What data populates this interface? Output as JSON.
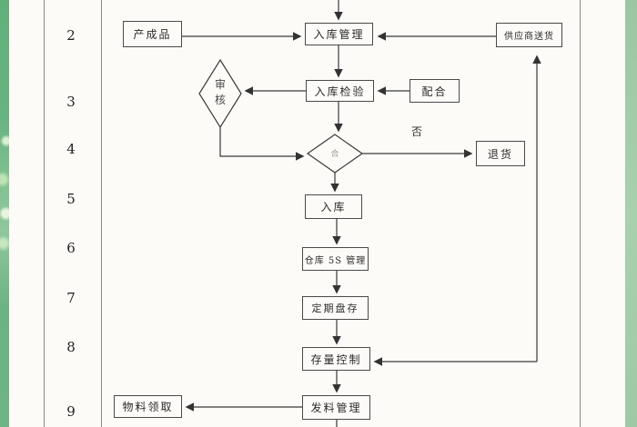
{
  "page": {
    "background": "#fcfbf8",
    "line_color": "#3a3a3a",
    "rule_color": "#8a8a8a",
    "green_left": "#6fb784",
    "green_right": "#a6cdab"
  },
  "rows": [
    "2",
    "3",
    "4",
    "5",
    "6",
    "7",
    "8",
    "9"
  ],
  "nodes": {
    "finished_goods": "产成品",
    "entry_management": "入库管理",
    "supplier_delivery": "供应商送货",
    "entry_inspection": "入库检验",
    "cooperate": "配合",
    "review": "审核",
    "qualified": "合",
    "return_goods": "退货",
    "warehouse_in": "入库",
    "warehouse_5s": "仓库 5S 管理",
    "periodic_inventory": "定期盘存",
    "stock_control": "存量控制",
    "material_issue": "发料管理",
    "material_pickup": "物料领取"
  },
  "edge_labels": {
    "no": "否"
  }
}
